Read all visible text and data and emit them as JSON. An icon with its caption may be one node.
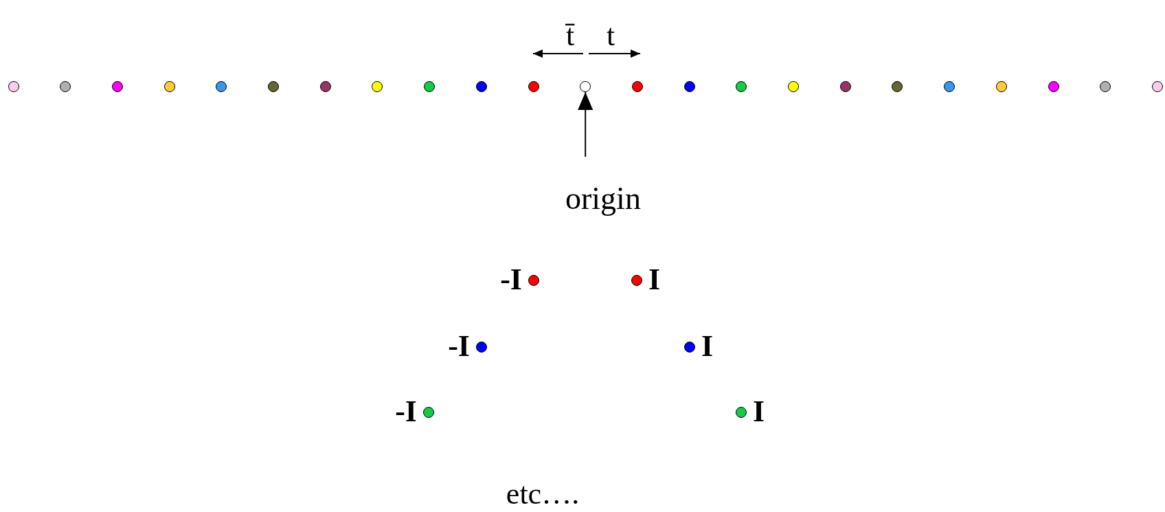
{
  "diagram": {
    "nodes": [
      {
        "text": [],
        "shape": "circle"
      },
      {
        "text": [],
        "shape": "circle"
      },
      {
        "text": [],
        "shape": "circle"
      },
      {
        "text": [],
        "shape": "circle"
      },
      {
        "text": [],
        "shape": "circle"
      },
      {
        "text": [],
        "shape": "circle"
      },
      {
        "text": [],
        "shape": "circle"
      },
      {
        "text": [],
        "shape": "circle"
      },
      {
        "text": [],
        "shape": "circle"
      },
      {
        "text": [],
        "shape": "circle"
      },
      {
        "text": [],
        "shape": "circle"
      },
      {
        "text": [],
        "shape": "circle"
      },
      {
        "text": [],
        "shape": "circle"
      },
      {
        "text": [],
        "shape": "circle"
      },
      {
        "text": [],
        "shape": "circle"
      },
      {
        "text": [],
        "shape": "circle"
      },
      {
        "text": [],
        "shape": "circle"
      },
      {
        "text": [],
        "shape": "circle"
      },
      {
        "text": [],
        "shape": "circle"
      },
      {
        "text": [],
        "shape": "circle"
      },
      {
        "text": [],
        "shape": "circle"
      },
      {
        "text": [],
        "shape": "circle"
      },
      {
        "text": [],
        "shape": "circle"
      },
      {
        "text": [
          "origin"
        ]
      },
      {
        "text": [],
        "shape": "circle",
        "beside": [
          "-I"
        ]
      },
      {
        "text": [],
        "shape": "circle",
        "beside": [
          "I"
        ]
      },
      {
        "text": [],
        "shape": "circle",
        "beside": [
          "-I"
        ]
      },
      {
        "text": [],
        "shape": "circle",
        "beside": [
          "I"
        ]
      },
      {
        "text": [],
        "shape": "circle",
        "beside": [
          "-I"
        ]
      },
      {
        "text": [],
        "shape": "circle",
        "beside": [
          "I"
        ]
      }
    ],
    "edges": [
      {
        "from": 23,
        "to": 11,
        "arrow": "to"
      }
    ],
    "labels": [
      "t̄",
      "t",
      "etc…."
    ]
  }
}
